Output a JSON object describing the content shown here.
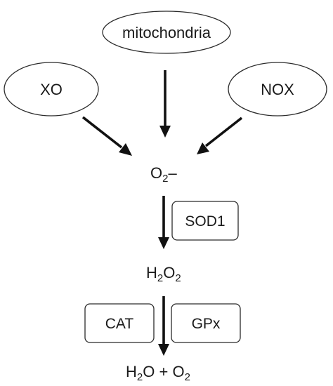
{
  "sources": {
    "mitochondria": "mitochondria",
    "xo": "XO",
    "nox": "NOX"
  },
  "species": {
    "superoxide": {
      "base": "O",
      "sub": "2",
      "charge": "–"
    },
    "hydrogen_peroxide": {
      "h": "H",
      "sub1": "2",
      "o": "O",
      "sub2": "2"
    },
    "products": {
      "h": "H",
      "sub1": "2",
      "o": "O",
      "plus": " + ",
      "o2": "O",
      "sub2": "2"
    }
  },
  "enzymes": {
    "sod1": "SOD1",
    "cat": "CAT",
    "gpx": "GPx"
  }
}
